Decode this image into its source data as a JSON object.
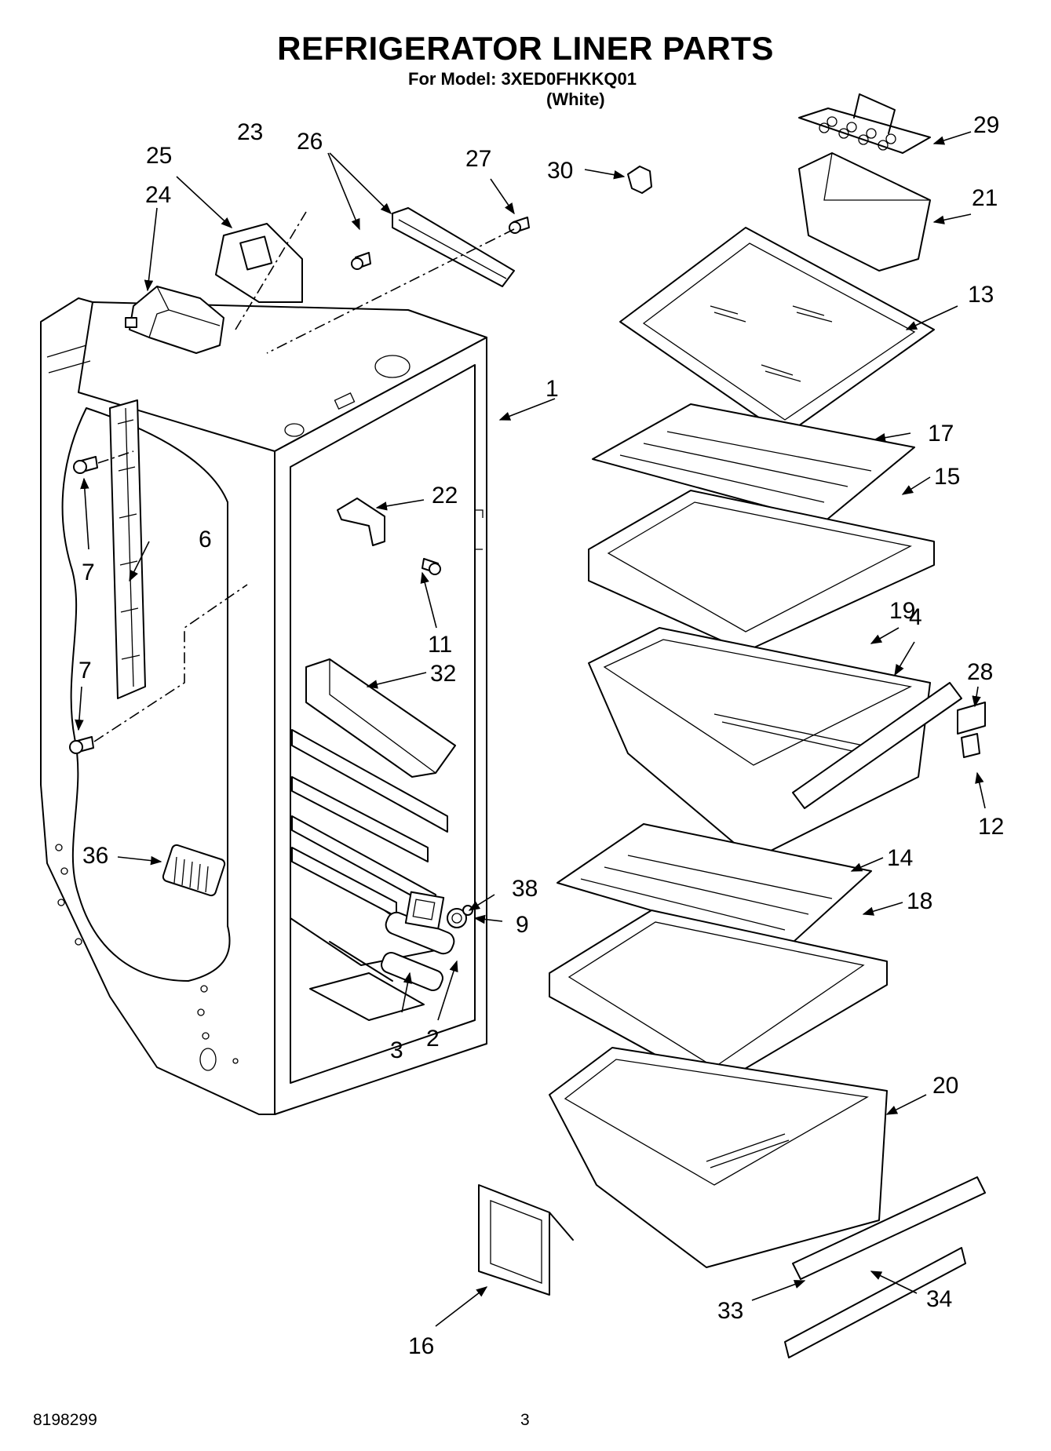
{
  "header": {
    "title": "REFRIGERATOR LINER PARTS",
    "model_line": "For Model: 3XED0FHKKQ01",
    "variant": "(White)"
  },
  "footer": {
    "part_number": "8198299",
    "page": "3"
  },
  "callouts": [
    "1",
    "2",
    "3",
    "4",
    "6",
    "7",
    "7",
    "9",
    "11",
    "12",
    "13",
    "14",
    "15",
    "16",
    "17",
    "18",
    "19",
    "20",
    "21",
    "22",
    "23",
    "24",
    "25",
    "26",
    "27",
    "28",
    "29",
    "30",
    "32",
    "33",
    "34",
    "36",
    "38"
  ]
}
